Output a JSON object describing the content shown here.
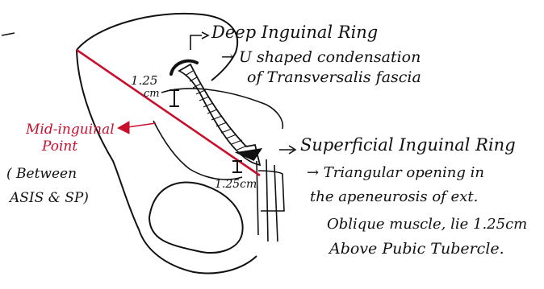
{
  "labels": {
    "deep_title": "Deep Inguinal Ring",
    "deep_desc_1": "→ U shaped condensation",
    "deep_desc_2": "of Transversalis fascia",
    "superficial_title": "Superficial Inguinal Ring",
    "superficial_desc_1": "→ Triangular opening in",
    "superficial_desc_2": "the apeneurosis of ext.",
    "superficial_desc_3": "Oblique muscle, lie 1.25cm",
    "superficial_desc_4": "Above Pubic Tubercle.",
    "mid_point_1": "Mid-inguinal",
    "mid_point_2": "Point",
    "between_1": "( Between",
    "between_2": "ASIS & SP)",
    "measure_upper_1": "1.25",
    "measure_upper_2": "cm",
    "measure_lower": "1.25cm"
  },
  "colors": {
    "ink": "#111111",
    "accent": "#c8102e"
  }
}
